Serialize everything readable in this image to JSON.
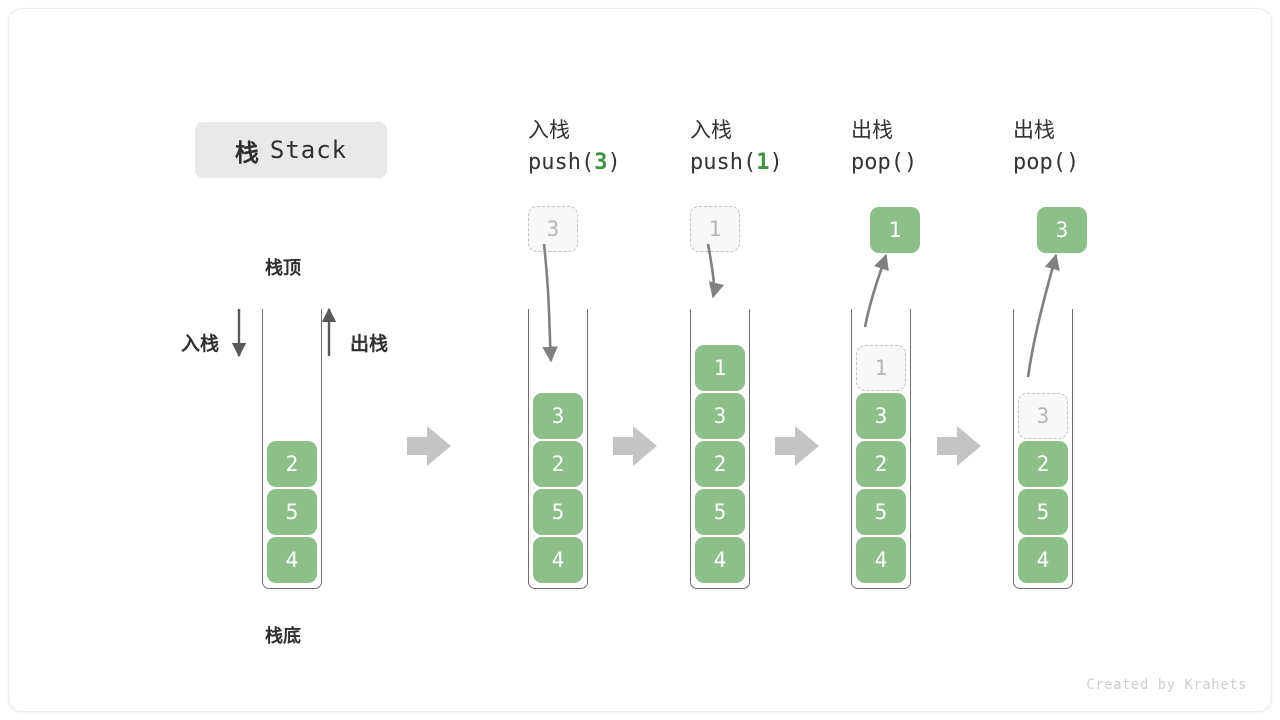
{
  "title": {
    "cn": "栈",
    "en": "Stack"
  },
  "labels": {
    "top": "栈顶",
    "bottom": "栈底",
    "push_side": "入栈",
    "pop_side": "出栈"
  },
  "credit": "Created by Krahets",
  "colors": {
    "cell_fill": "#8cbf8a",
    "cell_text": "#ffffff",
    "ghost_fill": "#f8f8f8",
    "ghost_border": "#c2c2c2",
    "ghost_text": "#b6b6b6",
    "arrow": "#808080",
    "block_arrow": "#c4c4c4",
    "badge_bg": "#e9e9e9",
    "accent_green": "#3f9142",
    "wall": "#6f6f6f"
  },
  "steps": [
    {
      "id": "initial",
      "head_cn": "",
      "head_code": "",
      "head_code_num": "",
      "stack": [
        "2",
        "5",
        "4"
      ],
      "float_cell": null
    },
    {
      "id": "push-3",
      "head_cn": "入栈",
      "head_code_prefix": "push(",
      "head_code_num": "3",
      "head_code_suffix": ")",
      "stack": [
        "3",
        "2",
        "5",
        "4"
      ],
      "float_cell": {
        "value": "3",
        "kind": "ghost"
      }
    },
    {
      "id": "push-1",
      "head_cn": "入栈",
      "head_code_prefix": "push(",
      "head_code_num": "1",
      "head_code_suffix": ")",
      "stack": [
        "1",
        "3",
        "2",
        "5",
        "4"
      ],
      "float_cell": {
        "value": "1",
        "kind": "ghost"
      }
    },
    {
      "id": "pop-1",
      "head_cn": "出栈",
      "head_code_prefix": "pop(",
      "head_code_num": "",
      "head_code_suffix": ")",
      "stack_ghost_top": "1",
      "stack": [
        "3",
        "2",
        "5",
        "4"
      ],
      "float_cell": {
        "value": "1",
        "kind": "solid"
      }
    },
    {
      "id": "pop-3",
      "head_cn": "出栈",
      "head_code_prefix": "pop(",
      "head_code_num": "",
      "head_code_suffix": ")",
      "stack_ghost_top": "3",
      "stack": [
        "2",
        "5",
        "4"
      ],
      "float_cell": {
        "value": "3",
        "kind": "solid"
      }
    }
  ],
  "chart_data": {
    "type": "diagram",
    "title": "栈 Stack",
    "description": "Stack push/pop operation sequence",
    "initial_stack_top_to_bottom": [
      "2",
      "5",
      "4"
    ],
    "operations": [
      {
        "op": "push",
        "arg": "3",
        "result_top_to_bottom": [
          "3",
          "2",
          "5",
          "4"
        ]
      },
      {
        "op": "push",
        "arg": "1",
        "result_top_to_bottom": [
          "1",
          "3",
          "2",
          "5",
          "4"
        ]
      },
      {
        "op": "pop",
        "arg": "",
        "returns": "1",
        "result_top_to_bottom": [
          "3",
          "2",
          "5",
          "4"
        ]
      },
      {
        "op": "pop",
        "arg": "",
        "returns": "3",
        "result_top_to_bottom": [
          "2",
          "5",
          "4"
        ]
      }
    ]
  }
}
